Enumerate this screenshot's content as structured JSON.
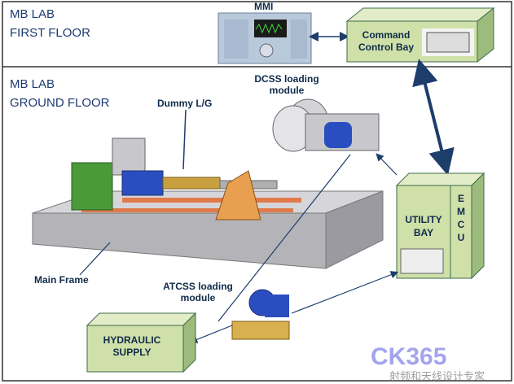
{
  "floors": {
    "first": [
      "MB LAB",
      "FIRST FLOOR"
    ],
    "ground": [
      "MB LAB",
      "GROUND FLOOR"
    ]
  },
  "mmi": {
    "label": "MMI"
  },
  "command_control_bay": {
    "lines": [
      "Command",
      "Control Bay"
    ]
  },
  "dcss": {
    "lines": [
      "DCSS loading",
      "module"
    ]
  },
  "dummy_lg": {
    "label": "Dummy L/G"
  },
  "utility_bay": {
    "lines": [
      "UTILITY",
      "BAY"
    ],
    "emcu": [
      "E",
      "M",
      "C",
      "U"
    ]
  },
  "main_frame": {
    "label": "Main Frame"
  },
  "atcss": {
    "lines": [
      "ATCSS loading",
      "module"
    ]
  },
  "hydraulic_supply": {
    "lines": [
      "HYDRAULIC",
      "SUPPLY"
    ]
  },
  "watermark": {
    "text": "CK365",
    "subtext": "射频和天线设计专家"
  },
  "colors": {
    "box_fill": "#cfe0a8",
    "box_stroke": "#3e6b4a",
    "arrow": "#1d3d6b",
    "frame": "#b4b4b8",
    "rail": "#e07a4a"
  }
}
